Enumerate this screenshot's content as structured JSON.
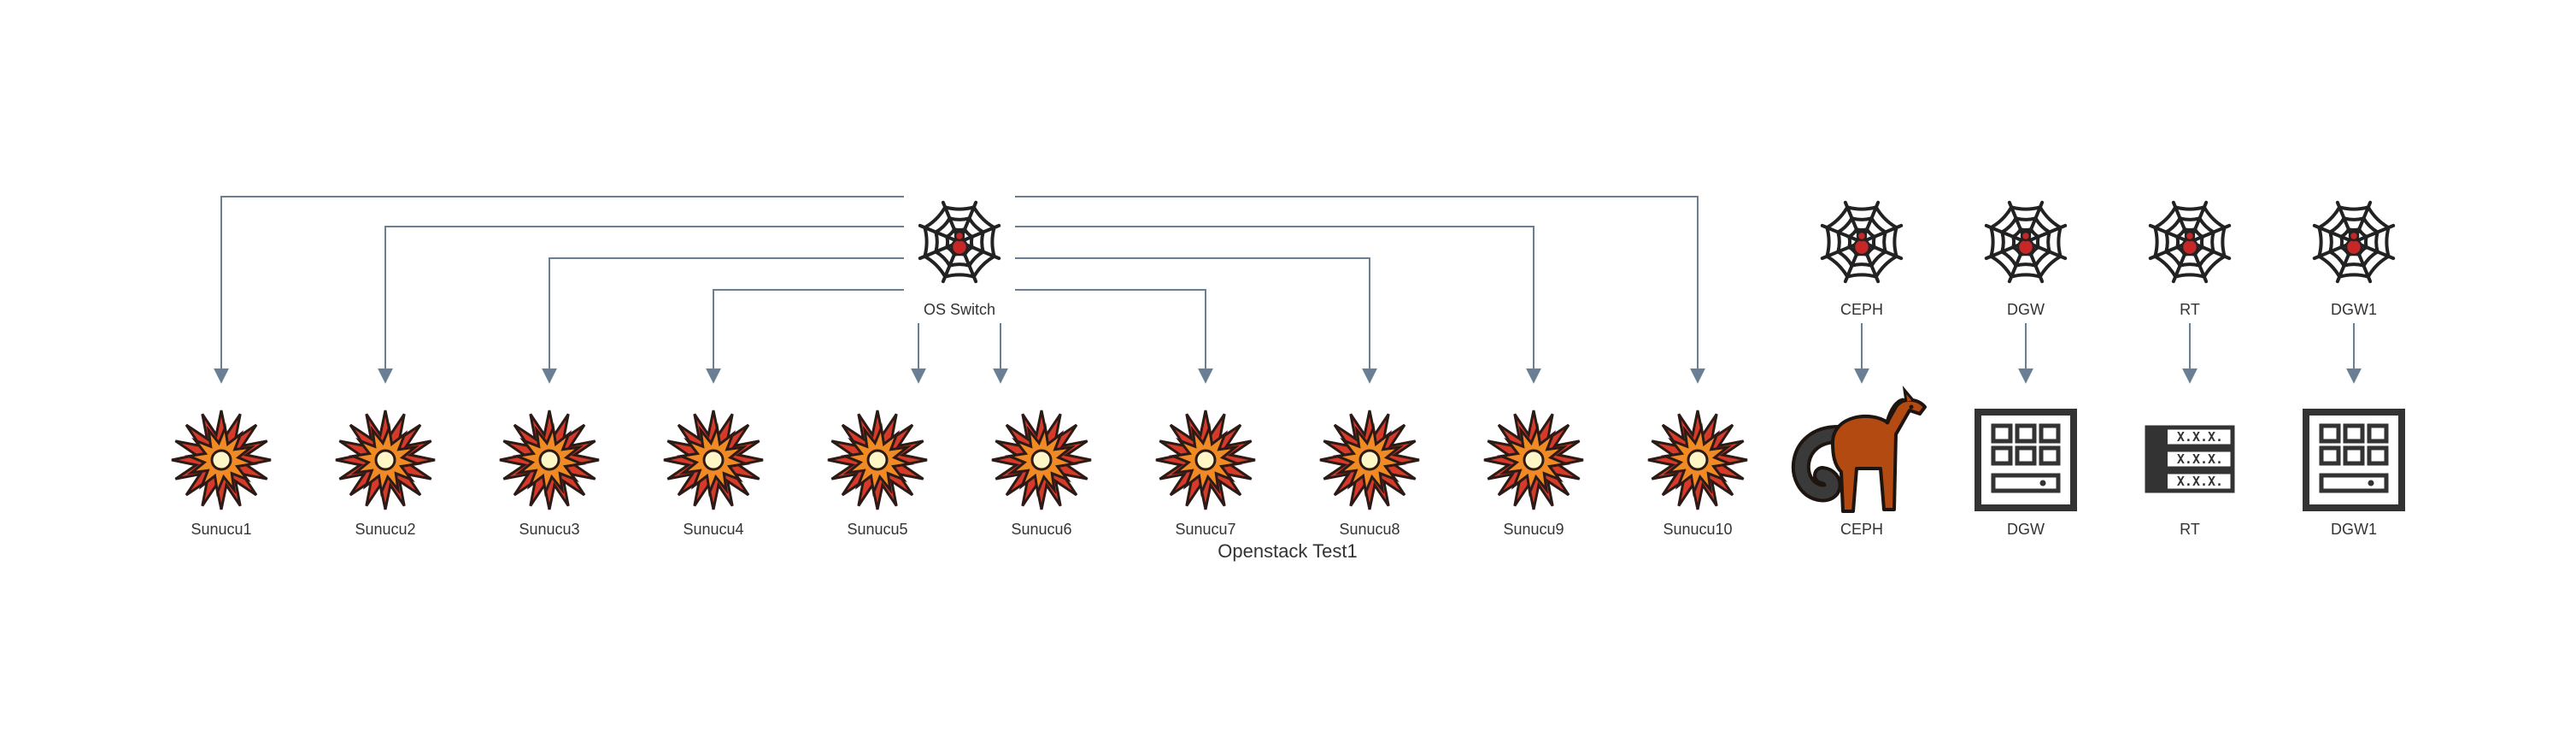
{
  "diagram": {
    "title": "Openstack Test1",
    "colors": {
      "edge": "#6a7f93",
      "spider_web": "#222222",
      "spider": "#c62828",
      "burst_outer": "#2b1a15",
      "burst_red": "#d63a2a",
      "burst_orange": "#f08a24",
      "burst_center": "#fff6c8",
      "horse": "#b34a12",
      "tail": "#3a3a3a",
      "server": "#333333"
    },
    "switches": [
      {
        "id": "os-switch",
        "label": "OS Switch",
        "icon": "spider-web-icon"
      },
      {
        "id": "ceph-switch",
        "label": "CEPH",
        "icon": "spider-web-icon"
      },
      {
        "id": "dgw-switch",
        "label": "DGW",
        "icon": "spider-web-icon"
      },
      {
        "id": "rt-switch",
        "label": "RT",
        "icon": "spider-web-icon"
      },
      {
        "id": "dgw1-switch",
        "label": "DGW1",
        "icon": "spider-web-icon"
      }
    ],
    "nodes": [
      {
        "id": "sunucu1",
        "label": "Sunucu1",
        "icon": "starburst-icon"
      },
      {
        "id": "sunucu2",
        "label": "Sunucu2",
        "icon": "starburst-icon"
      },
      {
        "id": "sunucu3",
        "label": "Sunucu3",
        "icon": "starburst-icon"
      },
      {
        "id": "sunucu4",
        "label": "Sunucu4",
        "icon": "starburst-icon"
      },
      {
        "id": "sunucu5",
        "label": "Sunucu5",
        "icon": "starburst-icon"
      },
      {
        "id": "sunucu6",
        "label": "Sunucu6",
        "icon": "starburst-icon"
      },
      {
        "id": "sunucu7",
        "label": "Sunucu7",
        "icon": "starburst-icon"
      },
      {
        "id": "sunucu8",
        "label": "Sunucu8",
        "icon": "starburst-icon"
      },
      {
        "id": "sunucu9",
        "label": "Sunucu9",
        "icon": "starburst-icon"
      },
      {
        "id": "sunucu10",
        "label": "Sunucu10",
        "icon": "starburst-icon"
      },
      {
        "id": "ceph",
        "label": "CEPH",
        "icon": "horse-icon"
      },
      {
        "id": "dgw",
        "label": "DGW",
        "icon": "server-grid-icon"
      },
      {
        "id": "rt",
        "label": "RT",
        "icon": "router-table-icon",
        "cell_text": "X.X.X."
      },
      {
        "id": "dgw1",
        "label": "DGW1",
        "icon": "server-grid-icon"
      }
    ],
    "edges": [
      {
        "from": "os-switch",
        "to": "sunucu1"
      },
      {
        "from": "os-switch",
        "to": "sunucu2"
      },
      {
        "from": "os-switch",
        "to": "sunucu3"
      },
      {
        "from": "os-switch",
        "to": "sunucu4"
      },
      {
        "from": "os-switch",
        "to": "sunucu5"
      },
      {
        "from": "os-switch",
        "to": "sunucu6"
      },
      {
        "from": "os-switch",
        "to": "sunucu7"
      },
      {
        "from": "os-switch",
        "to": "sunucu8"
      },
      {
        "from": "os-switch",
        "to": "sunucu9"
      },
      {
        "from": "os-switch",
        "to": "sunucu10"
      },
      {
        "from": "ceph-switch",
        "to": "ceph"
      },
      {
        "from": "dgw-switch",
        "to": "dgw"
      },
      {
        "from": "rt-switch",
        "to": "rt"
      },
      {
        "from": "dgw1-switch",
        "to": "dgw1"
      }
    ]
  }
}
